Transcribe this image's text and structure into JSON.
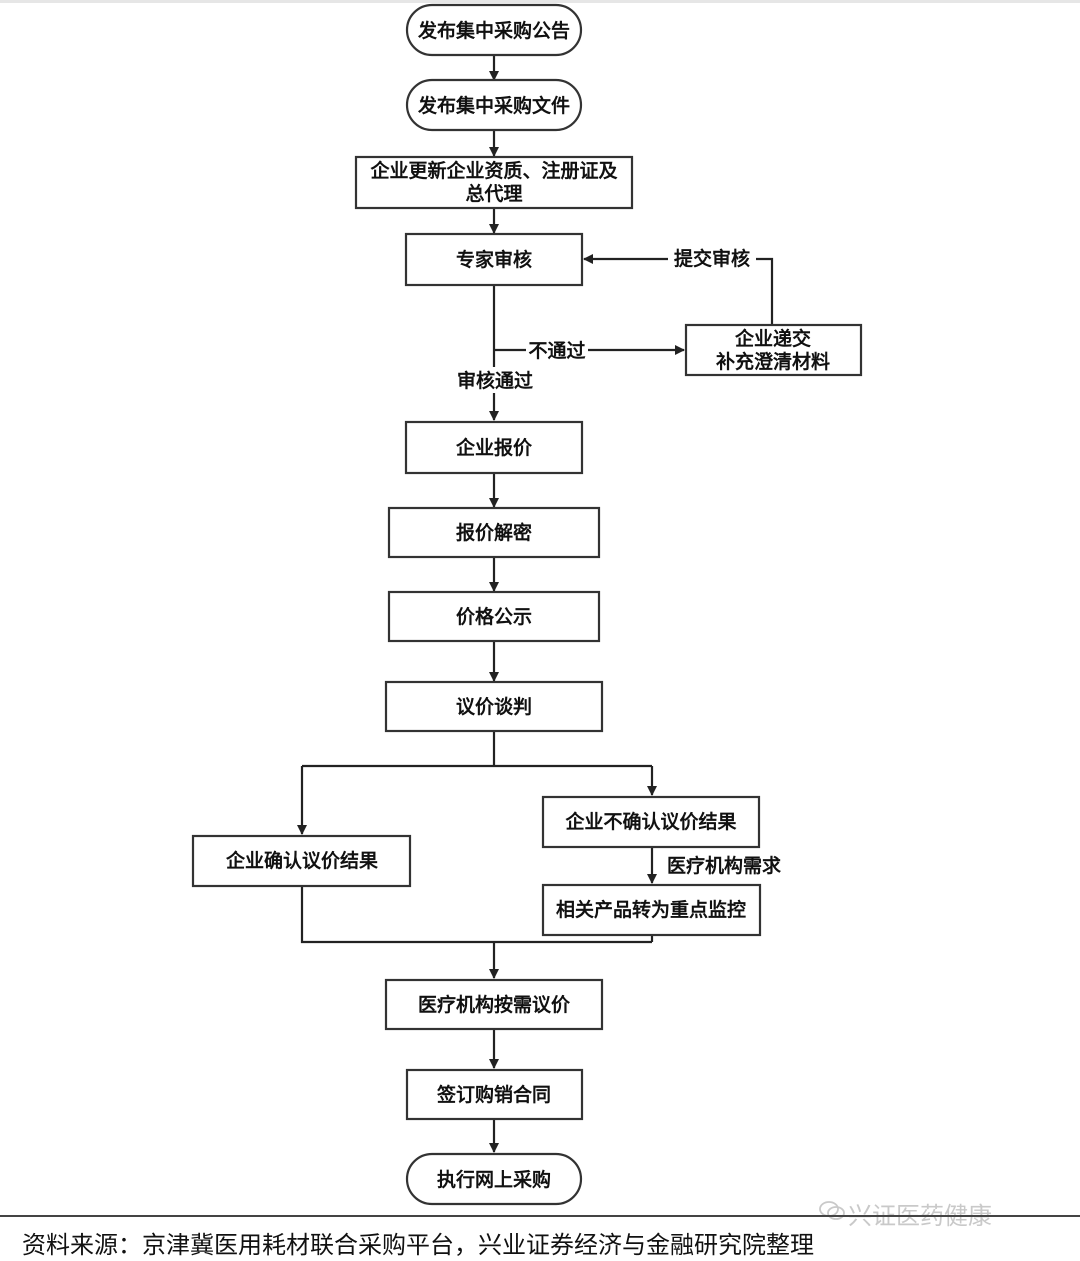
{
  "nodes": {
    "n1": "发布集中采购公告",
    "n2": "发布集中采购文件",
    "n3_line1": "企业更新企业资质、注册证及",
    "n3_line2": "总代理",
    "n4": "专家审核",
    "n5_line1": "企业递交",
    "n5_line2": "补充澄清材料",
    "n6": "企业报价",
    "n7": "报价解密",
    "n8": "价格公示",
    "n9": "议价谈判",
    "n10": "企业不确认议价结果",
    "n11": "企业确认议价结果",
    "n12": "相关产品转为重点监控",
    "n13": "医疗机构按需议价",
    "n14": "签订购销合同",
    "n15": "执行网上采购"
  },
  "edges": {
    "submit_review": "提交审核",
    "not_passed": "不通过",
    "review_passed": "审核通过",
    "medical_demand": "医疗机构需求"
  },
  "footer": {
    "source": "资料来源：京津冀医用耗材联合采购平台，兴业证券经济与金融研究院整理"
  },
  "watermark": {
    "text": "兴证医药健康",
    "icon": "wechat-icon"
  }
}
